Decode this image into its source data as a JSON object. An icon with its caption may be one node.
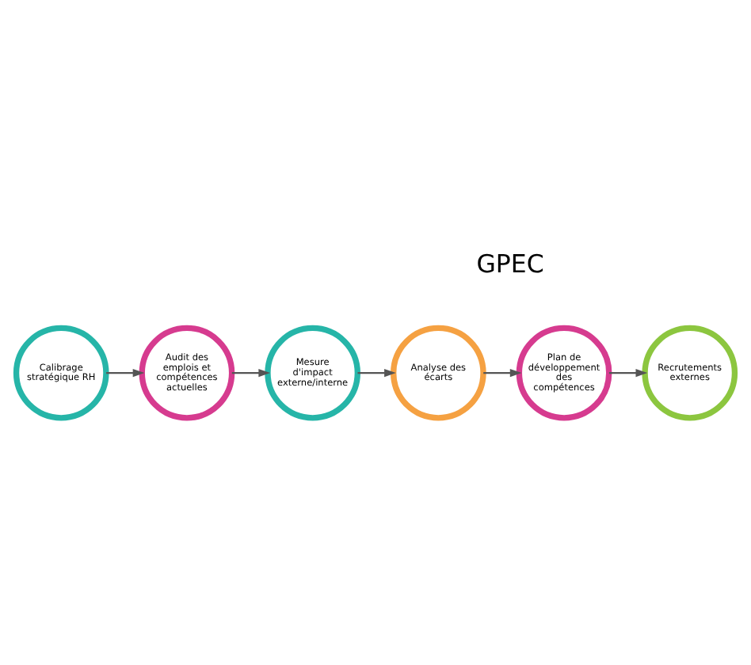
{
  "diagram": {
    "nodes": [
      {
        "text": [
          "Calibrage stratégique RH"
        ]
      },
      {
        "text": [
          "Audit des emplois et compétences actuelles"
        ]
      },
      {
        "text": [
          "Mesure d'impact externe/interne"
        ]
      },
      {
        "text": [
          "Analyse des écarts"
        ]
      },
      {
        "text": [
          "Plan de développement des compétences"
        ]
      },
      {
        "text": [
          "Recrutements externes"
        ]
      }
    ],
    "edges": [
      {
        "from": 0,
        "to": 1,
        "arrow": "to"
      },
      {
        "from": 1,
        "to": 2,
        "arrow": "to"
      },
      {
        "from": 2,
        "to": 3,
        "arrow": "to"
      },
      {
        "from": 3,
        "to": 4,
        "arrow": "to"
      },
      {
        "from": 4,
        "to": 5,
        "arrow": "to"
      }
    ],
    "labels": [
      "GPEC"
    ]
  }
}
